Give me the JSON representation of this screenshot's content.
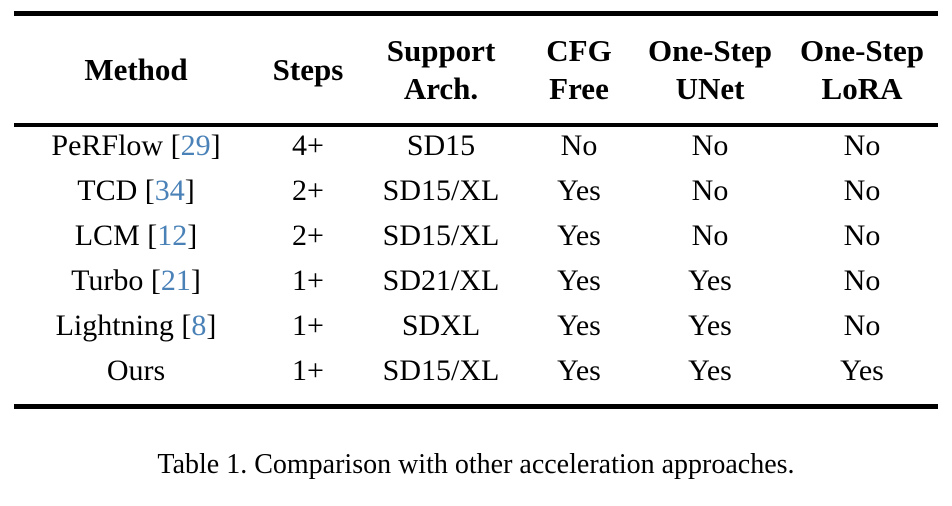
{
  "figure": {
    "kind": "table",
    "caption": "Table 1. Comparison with other acceleration approaches.",
    "citation_color": "#4a82b8",
    "rule_color": "#000000",
    "background_color": "#ffffff"
  },
  "table": {
    "columns": [
      {
        "key": "method",
        "line1": "Method",
        "line2": "",
        "align": "left"
      },
      {
        "key": "steps",
        "line1": "Steps",
        "line2": "",
        "align": "center"
      },
      {
        "key": "arch",
        "line1": "Support",
        "line2": "Arch.",
        "align": "center"
      },
      {
        "key": "cfg",
        "line1": "CFG",
        "line2": "Free",
        "align": "center"
      },
      {
        "key": "unet",
        "line1": "One-Step",
        "line2": "UNet",
        "align": "center"
      },
      {
        "key": "lora",
        "line1": "One-Step",
        "line2": "LoRA",
        "align": "center"
      }
    ],
    "rows": [
      {
        "method_name": "PeRFlow",
        "citation": "29",
        "steps": "4+",
        "arch": "SD15",
        "cfg": "No",
        "unet": "No",
        "lora": "No",
        "bold": false
      },
      {
        "method_name": "TCD",
        "citation": "34",
        "steps": "2+",
        "arch": "SD15/XL",
        "cfg": "Yes",
        "unet": "No",
        "lora": "No",
        "bold": false
      },
      {
        "method_name": "LCM",
        "citation": "12",
        "steps": "2+",
        "arch": "SD15/XL",
        "cfg": "Yes",
        "unet": "No",
        "lora": "No",
        "bold": false
      },
      {
        "method_name": "Turbo",
        "citation": "21",
        "steps": "1+",
        "arch": "SD21/XL",
        "cfg": "Yes",
        "unet": "Yes",
        "lora": "No",
        "bold": false
      },
      {
        "method_name": "Lightning",
        "citation": "8",
        "steps": "1+",
        "arch": "SDXL",
        "cfg": "Yes",
        "unet": "Yes",
        "lora": "No",
        "bold": false
      },
      {
        "method_name": "Ours",
        "citation": "",
        "steps": "1+",
        "arch": "SD15/XL",
        "cfg": "Yes",
        "unet": "Yes",
        "lora": "Yes",
        "bold": true
      }
    ]
  }
}
